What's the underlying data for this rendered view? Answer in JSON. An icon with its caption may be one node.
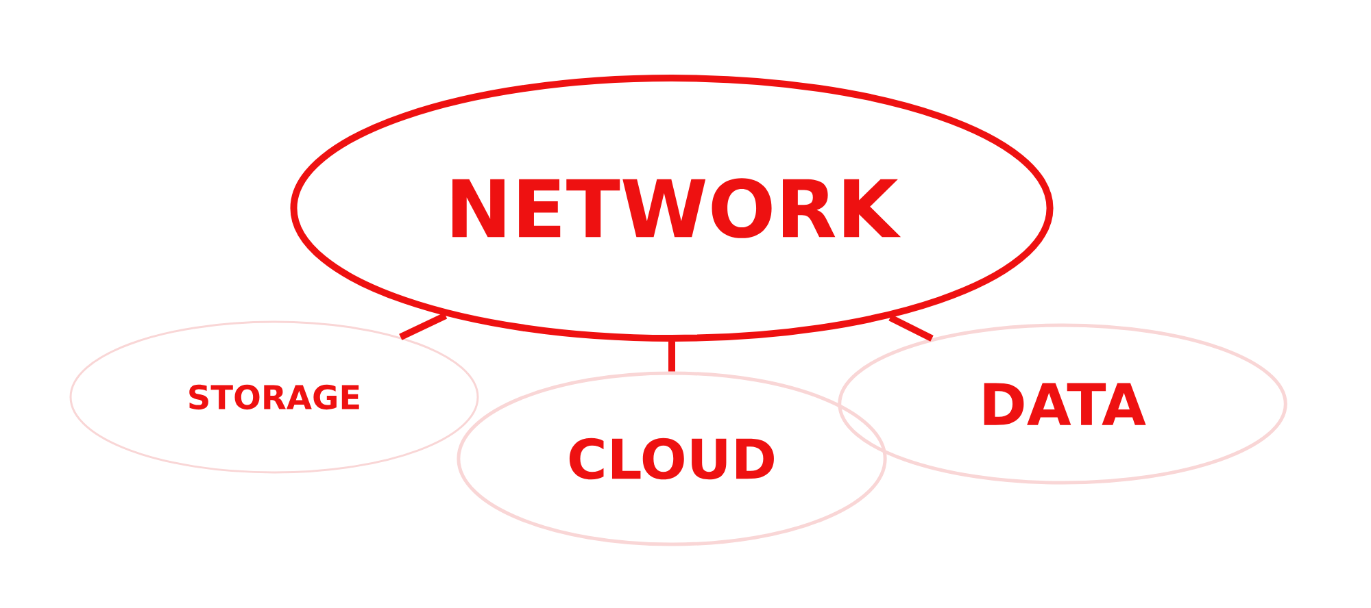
{
  "diagram": {
    "nodes": [
      {
        "text": [
          "NETWORK"
        ]
      },
      {
        "text": [
          "STORAGE"
        ]
      },
      {
        "text": [
          "CLOUD"
        ]
      },
      {
        "text": [
          "DATA"
        ]
      }
    ],
    "edges": [
      {
        "from": 0,
        "to": 1,
        "arrow": "none"
      },
      {
        "from": 0,
        "to": 2,
        "arrow": "none"
      },
      {
        "from": 0,
        "to": 3,
        "arrow": "none"
      }
    ]
  }
}
